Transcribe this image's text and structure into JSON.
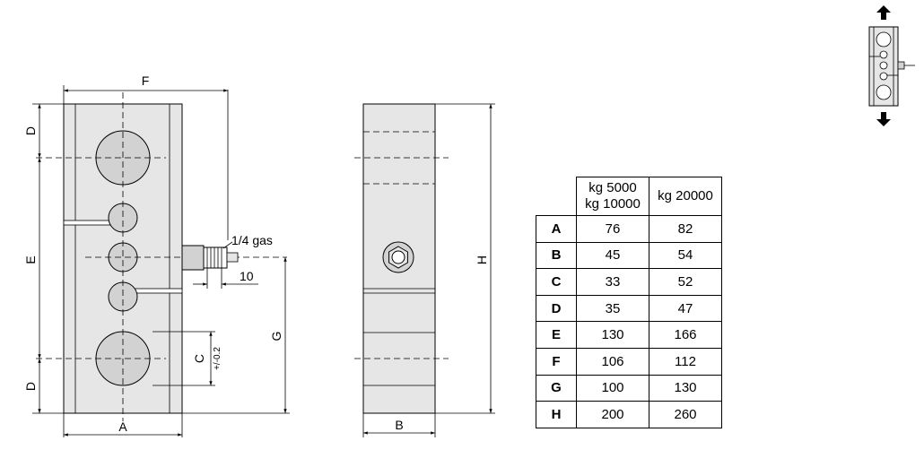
{
  "labels": {
    "F": "F",
    "D_top": "D",
    "E": "E",
    "D_bottom": "D",
    "A": "A",
    "C": "C",
    "C_tolerance": "+/-0.2",
    "G": "G",
    "gas": "1/4 gas",
    "ten": "10",
    "H": "H",
    "B": "B"
  },
  "table": {
    "headers": {
      "col1_line1": "kg 5000",
      "col1_line2": "kg 10000",
      "col2": "kg 20000"
    },
    "rows": [
      {
        "label": "A",
        "v1": "76",
        "v2": "82"
      },
      {
        "label": "B",
        "v1": "45",
        "v2": "54"
      },
      {
        "label": "C",
        "v1": "33",
        "v2": "52"
      },
      {
        "label": "D",
        "v1": "35",
        "v2": "47"
      },
      {
        "label": "E",
        "v1": "130",
        "v2": "166"
      },
      {
        "label": "F",
        "v1": "106",
        "v2": "112"
      },
      {
        "label": "G",
        "v1": "100",
        "v2": "130"
      },
      {
        "label": "H",
        "v1": "200",
        "v2": "260"
      }
    ]
  }
}
